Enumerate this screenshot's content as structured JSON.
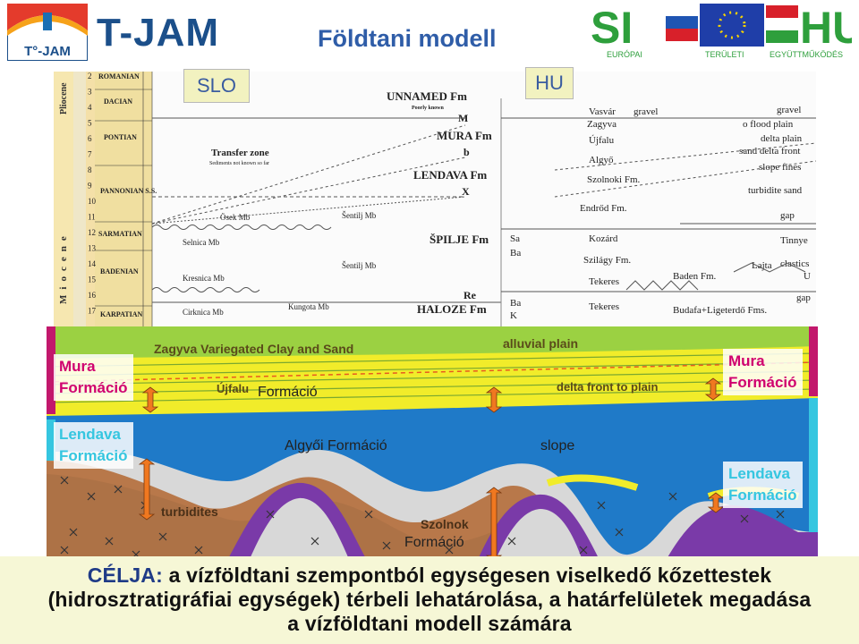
{
  "header": {
    "logo_left_text": "T°-JAM",
    "logo_main": "T-JAM",
    "title": "Földtani modell",
    "program_logo": {
      "si": "SI",
      "hu": "HU",
      "sub1": "EURÓPAI",
      "sub2": "TERÜLETI",
      "sub3": "EGYÜTTMŰKÖDÉS"
    }
  },
  "region_labels": {
    "slo": "SLO",
    "hu": "HU"
  },
  "strat_chart": {
    "stages": [
      "ROMANIAN",
      "DACIAN",
      "PONTIAN",
      "PANNONIAN S.S.",
      "SARMATIAN",
      "BADENIAN",
      "KARPATIAN"
    ],
    "age_ticks": [
      "2",
      "3",
      "4",
      "5",
      "6",
      "7",
      "8",
      "9",
      "10",
      "11",
      "12",
      "13",
      "14",
      "15",
      "16",
      "17"
    ],
    "epochs": [
      "Pliocene",
      "Miocene"
    ],
    "slo_units": {
      "unnamed": "UNNAMED Fm",
      "unnamed_sub": "Poorly known",
      "m": "M",
      "mura": "MURA Fm",
      "b": "b",
      "lendava": "LENDAVA Fm",
      "x": "X",
      "transfer_zone": "Transfer zone",
      "transfer_sub": "Sediments not known so far",
      "osek": "Ösek Mb",
      "sentilj1": "Šentilj Mb",
      "spilje": "ŠPILJE Fm",
      "selnica": "Selnica Mb",
      "sentilj2": "Šentilj Mb",
      "kresnica": "Kresnica Mb",
      "re": "Re",
      "kungota": "Kungota Mb",
      "haloze": "HALOZE Fm",
      "cirknica": "Cirknica Mb"
    },
    "hu_units": {
      "vasvar": "Vasvár",
      "gravel": "gravel",
      "gravel2": "gravel",
      "zagyva": "Zagyva",
      "flood": "o flood plain",
      "ujfalu": "Újfalu",
      "delta_plain": "delta plain",
      "sand_delta": "sand delta front",
      "algyo": "Algyő",
      "slope_fines": "slope fines",
      "szolnoki": "Szolnoki Fm.",
      "turbidite": "turbidite sand",
      "endrod": "Endrőd Fm.",
      "gap1": "gap",
      "sa": "Sa",
      "ba": "Ba",
      "kozard": "Kozárd",
      "tinnye": "Tinnye",
      "szilagy": "Szilágy Fm.",
      "lajta": "Lajta",
      "clastics": "clastics",
      "baden": "Baden Fm.",
      "tekeres1": "Tekeres",
      "u": "U",
      "tekeres2": "Tekeres",
      "gap2": "gap",
      "ba2": "Ba",
      "k": "K",
      "budafa": "Budafa+Ligeterdő Fms."
    }
  },
  "section": {
    "zagyva": "Zagyva Variegated Clay and Sand",
    "alluvial": "alluvial plain",
    "ujfalu": "Újfalu",
    "ujfalu_formacio": "Formáció",
    "delta_front": "delta front to plain",
    "algyoi": "Algyői Formáció",
    "slope": "slope",
    "turbidites": "turbidites",
    "szolnok": "Szolnok",
    "szolnok_formacio": "Formáció"
  },
  "formation_labels": {
    "mura_left_1": "Mura",
    "mura_left_2": "Formáció",
    "lendava_left_1": "Lendava",
    "lendava_left_2": "Formáció",
    "mura_right_1": "Mura",
    "mura_right_2": "Formáció",
    "lendava_right_1": "Lendava",
    "lendava_right_2": "Formáció"
  },
  "goal": {
    "label": "CÉLJA:",
    "line1": "a vízföldtani szempontból egységesen viselkedő kőzettestek",
    "line2": "(hidrosztratigráfiai egységek) térbeli lehatárolása, a határfelületek megadása",
    "line3": "a vízföldtani modell számára"
  },
  "colors": {
    "title": "#2f5da8",
    "mura_label": "#d0006f",
    "lendava_label": "#35c6e0",
    "blue_layer": "#1f7ac8",
    "yellow_layer": "#f1ec2a",
    "arrow_orange": "#f07820"
  }
}
